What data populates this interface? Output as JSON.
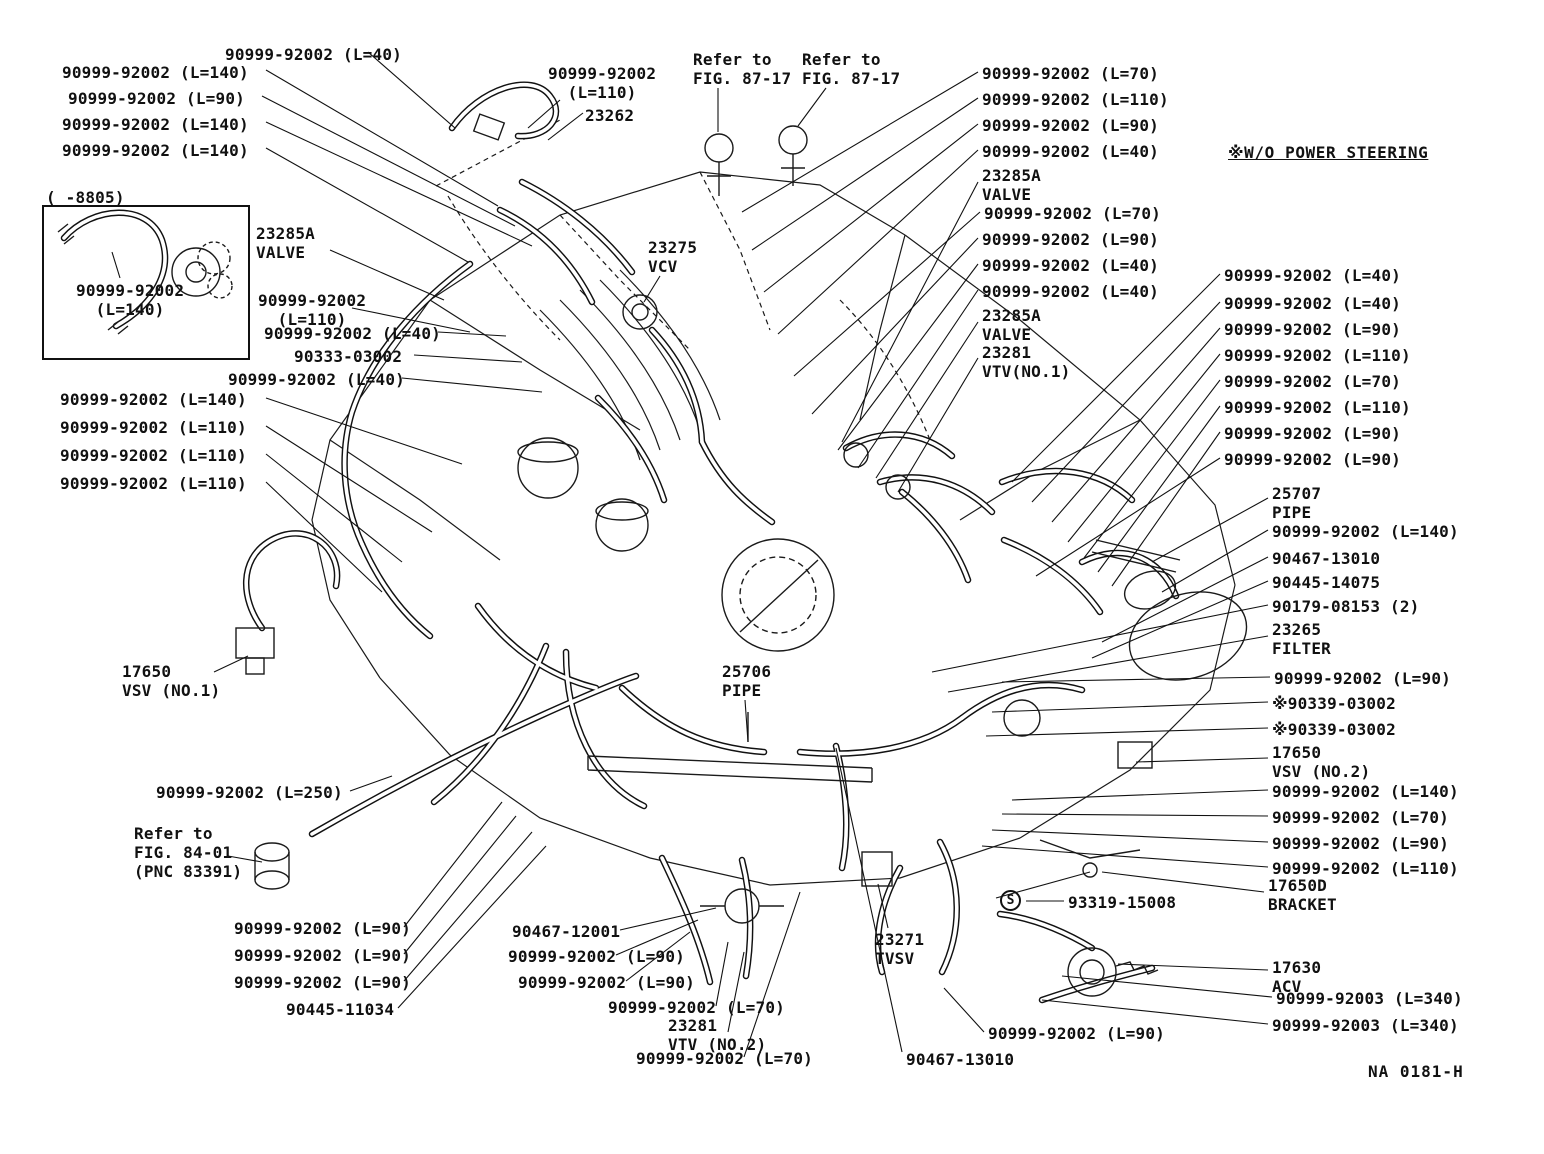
{
  "figure": {
    "note": "※W/O POWER STEERING",
    "code": "NA 0181-H",
    "inset_caption": "( -8805)",
    "s_marker": "S"
  },
  "labels": [
    {
      "text": "90999-92002 (L=40)"
    },
    {
      "text": "90999-92002 (L=140)"
    },
    {
      "text": "90999-92002 (L=90)"
    },
    {
      "text": "90999-92002 (L=140)"
    },
    {
      "text": "90999-92002 (L=140)"
    },
    {
      "text": "90999-92002\n(L=110)"
    },
    {
      "text": "23262"
    },
    {
      "text": "Refer to\nFIG. 87-17"
    },
    {
      "text": "Refer to\nFIG. 87-17"
    },
    {
      "text": "90999-92002 (L=70)"
    },
    {
      "text": "90999-92002 (L=110)"
    },
    {
      "text": "90999-92002 (L=90)"
    },
    {
      "text": "90999-92002 (L=40)"
    },
    {
      "text": "23285A\nVALVE"
    },
    {
      "text": "90999-92002 (L=70)"
    },
    {
      "text": "90999-92002 (L=90)"
    },
    {
      "text": "90999-92002 (L=40)"
    },
    {
      "text": "90999-92002 (L=40)"
    },
    {
      "text": "23285A\nVALVE"
    },
    {
      "text": "23281\nVTV(NO.1)"
    },
    {
      "text": "90999-92002 (L=40)"
    },
    {
      "text": "90999-92002 (L=40)"
    },
    {
      "text": "90999-92002 (L=90)"
    },
    {
      "text": "90999-92002 (L=110)"
    },
    {
      "text": "90999-92002 (L=70)"
    },
    {
      "text": "90999-92002 (L=110)"
    },
    {
      "text": "90999-92002 (L=90)"
    },
    {
      "text": "90999-92002 (L=90)"
    },
    {
      "text": "25707\nPIPE"
    },
    {
      "text": "90999-92002 (L=140)"
    },
    {
      "text": "90467-13010"
    },
    {
      "text": "90445-14075"
    },
    {
      "text": "90179-08153 (2)"
    },
    {
      "text": "23265\nFILTER"
    },
    {
      "text": "90999-92002 (L=90)"
    },
    {
      "text": "※90339-03002"
    },
    {
      "text": "※90339-03002"
    },
    {
      "text": "17650\nVSV (NO.2)"
    },
    {
      "text": "90999-92002 (L=140)"
    },
    {
      "text": "90999-92002 (L=70)"
    },
    {
      "text": "90999-92002 (L=90)"
    },
    {
      "text": "90999-92002 (L=110)"
    },
    {
      "text": "17650D\nBRACKET"
    },
    {
      "text": "93319-15008"
    },
    {
      "text": "17630\nACV"
    },
    {
      "text": "90999-92003 (L=340)"
    },
    {
      "text": "90999-92003 (L=340)"
    },
    {
      "text": "90999-92002 (L=90)"
    },
    {
      "text": "90467-13010"
    },
    {
      "text": "90999-92002\n(L=140)"
    },
    {
      "text": "23285A\nVALVE"
    },
    {
      "text": "90999-92002\n(L=110)"
    },
    {
      "text": "90999-92002 (L=40)"
    },
    {
      "text": "90333-03002"
    },
    {
      "text": "90999-92002 (L=40)"
    },
    {
      "text": "90999-92002 (L=140)"
    },
    {
      "text": "90999-92002 (L=110)"
    },
    {
      "text": "90999-92002 (L=110)"
    },
    {
      "text": "90999-92002 (L=110)"
    },
    {
      "text": "17650\nVSV (NO.1)"
    },
    {
      "text": "90999-92002 (L=250)"
    },
    {
      "text": "Refer to\nFIG. 84-01\n(PNC 83391)"
    },
    {
      "text": "90999-92002 (L=90)"
    },
    {
      "text": "90999-92002 (L=90)"
    },
    {
      "text": "90999-92002 (L=90)"
    },
    {
      "text": "90445-11034"
    },
    {
      "text": "90467-12001"
    },
    {
      "text": "90999-92002 (L=90)"
    },
    {
      "text": "90999-92002 (L=90)"
    },
    {
      "text": "90999-92002 (L=70)"
    },
    {
      "text": "23281\nVTV (NO.2)"
    },
    {
      "text": "90999-92002 (L=70)"
    },
    {
      "text": "25706\nPIPE"
    },
    {
      "text": "23275\nVCV"
    },
    {
      "text": "23271\nTVSV"
    }
  ]
}
